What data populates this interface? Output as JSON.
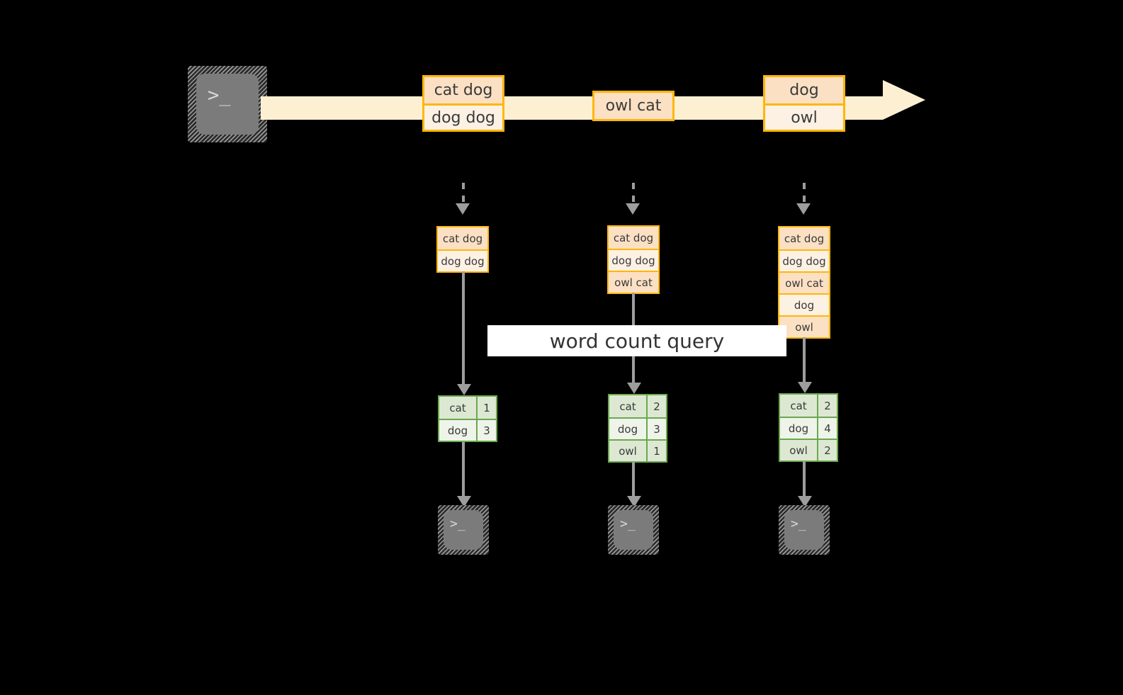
{
  "diagram": {
    "title": "",
    "colors": {
      "stream_band": "#fdf0d2",
      "event_border": "#ffb60a",
      "event_fill_dark": "#fbe0c4",
      "event_fill_light": "#fdf1e4",
      "result_border": "#6aa84f",
      "result_fill_dark": "#dde8d3",
      "result_fill_light": "#eef4ea",
      "connector": "#9d9d9d",
      "terminal_face": "#7b7b7b",
      "background": "#000000",
      "query_band": "#ffffff"
    },
    "source": {
      "icon": "terminal-icon",
      "prompt": ">_"
    },
    "stream": {
      "direction": "left-to-right",
      "events": [
        {
          "lines": [
            "cat dog",
            "dog dog"
          ]
        },
        {
          "lines": [
            "owl cat"
          ]
        },
        {
          "lines": [
            "dog",
            "owl"
          ]
        }
      ]
    },
    "query": {
      "label": "word count query"
    },
    "snapshots": [
      {
        "name": "snapshot-1",
        "input_rows": [
          "cat dog",
          "dog dog"
        ],
        "result": {
          "rows": [
            {
              "word": "cat",
              "count": "1"
            },
            {
              "word": "dog",
              "count": "3"
            }
          ]
        },
        "sink": {
          "icon": "terminal-icon",
          "prompt": ">_"
        }
      },
      {
        "name": "snapshot-2",
        "input_rows": [
          "cat dog",
          "dog dog",
          "owl cat"
        ],
        "result": {
          "rows": [
            {
              "word": "cat",
              "count": "2"
            },
            {
              "word": "dog",
              "count": "3"
            },
            {
              "word": "owl",
              "count": "1"
            }
          ]
        },
        "sink": {
          "icon": "terminal-icon",
          "prompt": ">_"
        }
      },
      {
        "name": "snapshot-3",
        "input_rows": [
          "cat dog",
          "dog dog",
          "owl cat",
          "dog",
          "owl"
        ],
        "result": {
          "rows": [
            {
              "word": "cat",
              "count": "2"
            },
            {
              "word": "dog",
              "count": "4"
            },
            {
              "word": "owl",
              "count": "2"
            }
          ]
        },
        "sink": {
          "icon": "terminal-icon",
          "prompt": ">_"
        }
      }
    ]
  }
}
